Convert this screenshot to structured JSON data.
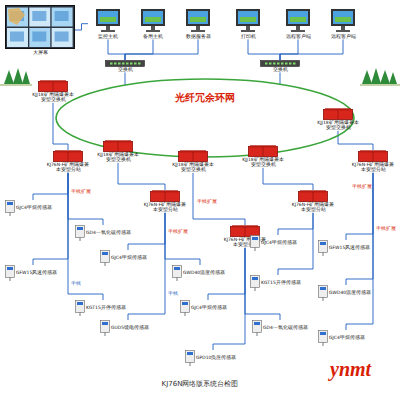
{
  "diagram": {
    "caption": "KJ76N网络版系统台检图",
    "nodes": [
      {
        "text": [
          "大屏幕"
        ]
      },
      {
        "text": [
          "监控主机"
        ]
      },
      {
        "text": [
          "备用主机"
        ]
      },
      {
        "text": [
          "数据服务器"
        ]
      },
      {
        "text": [
          "打印机"
        ]
      },
      {
        "text": [
          "远程客户端"
        ]
      },
      {
        "text": [
          "远程客户端"
        ]
      },
      {
        "text": [
          "交换机"
        ]
      },
      {
        "text": [
          "交换机"
        ]
      },
      {
        "text": [
          "光纤冗余环网"
        ]
      },
      {
        "text": [
          "KJJ18矿用隔爆兼本安型交换机"
        ]
      },
      {
        "text": [
          "KJJ18矿用隔爆兼本安型交换机"
        ]
      },
      {
        "text": [
          "KJJ18矿用隔爆兼本安型交换机"
        ]
      },
      {
        "text": [
          "KJJ18矿用隔爆兼本安型交换机"
        ]
      },
      {
        "text": [
          "KJJ18矿用隔爆兼本安型交换机"
        ]
      },
      {
        "text": [
          "KJ76N-F矿用隔爆兼本安型分站"
        ]
      },
      {
        "text": [
          "KJ76N-F矿用隔爆兼本安型分站"
        ]
      },
      {
        "text": [
          "KJ76N-F矿用隔爆兼本安型分站"
        ]
      },
      {
        "text": [
          "KJ76N-F矿用隔爆兼本安型分站"
        ]
      },
      {
        "text": [
          "KJ76N-F矿用隔爆兼本安型分站"
        ]
      },
      {
        "text": [
          "GJC4甲烷传感器"
        ]
      },
      {
        "text": [
          "GD4一氧化碳传感器"
        ]
      },
      {
        "text": [
          "GFW15风速传感器"
        ]
      },
      {
        "text": [
          "KGT15开停传感器"
        ]
      },
      {
        "text": [
          "GJC4甲烷传感器"
        ]
      },
      {
        "text": [
          "GWD40温度传感器"
        ]
      },
      {
        "text": [
          "GUD5馈电传感器"
        ]
      },
      {
        "text": [
          "GJC4甲烷传感器"
        ]
      },
      {
        "text": [
          "GD4一氧化碳传感器"
        ]
      },
      {
        "text": [
          "GPD10负压传感器"
        ]
      },
      {
        "text": [
          "GJC4甲烷传感器"
        ]
      },
      {
        "text": [
          "KGT15开停传感器"
        ]
      },
      {
        "text": [
          "GFW15风速传感器"
        ]
      },
      {
        "text": [
          "GWD40温度传感器"
        ]
      },
      {
        "text": [
          "GJC4甲烷传感器"
        ]
      }
    ],
    "edges": [
      {
        "from": 0,
        "to": 1,
        "arrow": "none"
      },
      {
        "from": 1,
        "to": 7,
        "arrow": "none"
      },
      {
        "from": 2,
        "to": 7,
        "arrow": "none"
      },
      {
        "from": 3,
        "to": 7,
        "arrow": "none"
      },
      {
        "from": 4,
        "to": 8,
        "arrow": "none"
      },
      {
        "from": 5,
        "to": 8,
        "arrow": "none"
      },
      {
        "from": 6,
        "to": 8,
        "arrow": "none"
      },
      {
        "from": 7,
        "to": 9,
        "arrow": "none"
      },
      {
        "from": 8,
        "to": 9,
        "arrow": "none"
      },
      {
        "from": 10,
        "to": 15,
        "arrow": "none"
      },
      {
        "from": 11,
        "to": 16,
        "arrow": "none"
      },
      {
        "from": 12,
        "to": 17,
        "arrow": "none"
      },
      {
        "from": 13,
        "to": 18,
        "arrow": "none"
      },
      {
        "from": 14,
        "to": 19,
        "arrow": "none"
      },
      {
        "from": 15,
        "to": 20,
        "arrow": "none"
      },
      {
        "from": 15,
        "to": 21,
        "arrow": "none"
      },
      {
        "from": 15,
        "to": 22,
        "arrow": "none"
      },
      {
        "from": 15,
        "to": 23,
        "arrow": "none"
      },
      {
        "from": 16,
        "to": 24,
        "arrow": "none"
      },
      {
        "from": 16,
        "to": 25,
        "arrow": "none"
      },
      {
        "from": 16,
        "to": 26,
        "arrow": "none"
      },
      {
        "from": 17,
        "to": 27,
        "arrow": "none"
      },
      {
        "from": 17,
        "to": 28,
        "arrow": "none"
      },
      {
        "from": 17,
        "to": 29,
        "arrow": "none"
      },
      {
        "from": 18,
        "to": 30,
        "arrow": "none"
      },
      {
        "from": 18,
        "to": 31,
        "arrow": "none"
      },
      {
        "from": 19,
        "to": 32,
        "arrow": "none"
      },
      {
        "from": 19,
        "to": 33,
        "arrow": "none"
      },
      {
        "from": 19,
        "to": 34,
        "arrow": "none"
      }
    ],
    "labels": [
      "干线扩展",
      "干线扩展",
      "干线扩展",
      "干线扩展",
      "干线",
      "干线",
      "干线扩展",
      "ynmt"
    ]
  }
}
